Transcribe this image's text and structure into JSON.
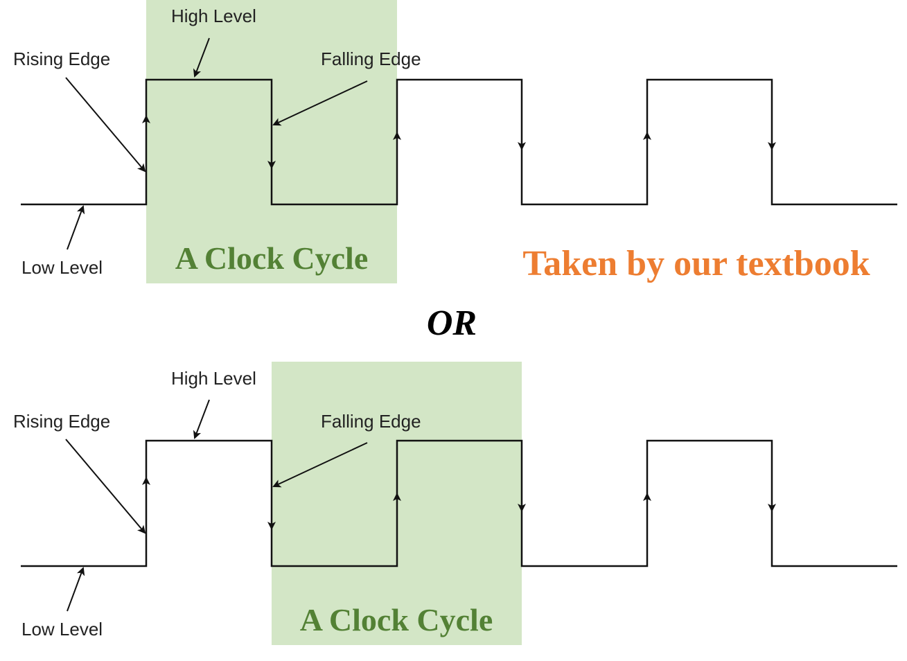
{
  "colors": {
    "highlight": "#d3e6c6",
    "cycle_text": "#538135",
    "note_text": "#ed7d31"
  },
  "top_diagram": {
    "label_high": "High Level",
    "label_rising": "Rising Edge",
    "label_falling": "Falling Edge",
    "label_low": "Low Level",
    "cycle_label": "A Clock Cycle"
  },
  "bottom_diagram": {
    "label_high": "High Level",
    "label_rising": "Rising Edge",
    "label_falling": "Falling Edge",
    "label_low": "Low Level",
    "cycle_label": "A Clock Cycle"
  },
  "note": "Taken by our textbook",
  "separator": "OR"
}
